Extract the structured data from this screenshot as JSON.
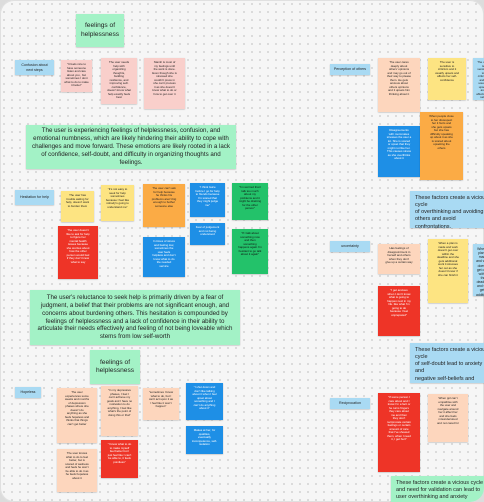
{
  "board": {
    "section1": {
      "title": "feelings of\nhelplessness",
      "label": "Confusion about\nnext steps",
      "notes": [
        "\"It feels nice to\nhave someone\nlisten and care\nabout you , but\nsometimes I dont\nwhat to do to make\nit better\"",
        "The user needs\nhelp with\norganizing\nthoughts,\nbuilding\nresilience, and\nimproving self-\nconfidence,\ndoesn't know what\nhelp exactly feels\nbest",
        "Niamh is most of\nmy feelings until\nthe work is done.\nEven though she is\nstressed she\ncouldn't press in\nshe can't process\nit as she doesn't\nknow what to do or\nhow to get over it"
      ],
      "summary": "The user is experiencing feelings of helplessness, confusion, and emotional numbness, which are likely hindering their ability to cope with challenges and move forward. These emotions are likely rooted in a lack of confidence, self-doubt, and difficulty in organizing thoughts and feelings."
    },
    "section2": {
      "label": "Hesitation for help",
      "notes": [
        "The user has\ntrouble asking for\nhelp, doesn't want\nto burden them",
        "\"It's not easy to\nseek for help\nsometimes\nbecause I feel like\nnobody's going to\nunderstand me\"",
        "The user can't ask\nfor help because\nhe thinks his\nproblems aren't big\nenough to bother\nsomeone else",
        "\"I think twice\nbefore I go for help\nto friends because\nI'm scared that\nthey might judge\nme\"",
        "\"I'm worried that I\ntalk too much\nabout my\nproblems and it\nmight be draining\nfor the other\nperson\"",
        "The user doesn't\nlike to ask for help\nto figure her\nmental health\nissues because\nshe worries about\nhow the other\nperson would feel\nif they don't know\nwhat to say",
        "In times of stress\nand feeling low,\nsometimes the\nuser feels\nhelpless and don't\nknow what to do\nthe needed\nservice",
        "Fear of judgement\nand not being\nunderstood",
        "\"If I talk about\nsomething now\nand then\nsomething\nhappens again I'm\nhesitant to go talk\nabout it again\""
      ],
      "summary": "The user's reluctance to seek help is primarily driven by a fear of judgment, a belief that their problems are not significant enough, and concerns about burdening others. This hesitation is compounded by feelings of helplessness and a lack of confidence in their ability to articulate their needs effectively and feeling of not being loveable which stems from low self-worth"
    },
    "section3": {
      "title": "feelings of\nhelplessness",
      "label": "Hopeless",
      "notes": [
        "The user\nexperiences some\nweeks and months\nof depression\nphases where she\ndoesn't do\nanything as she\nfeels hopeless and\nthinks that things\ncan't get better",
        "\"In my depressive\nphases, I feel I\ncan't achieve my\ngoals and I have no\nmotivation to do\nanything, I feel like\nwhat's the point of\ndoing this or that\"",
        "\"sometimes I know\nwhat to do, but I\ncan't act upon it as\nI feel like it won't\nhappen\"",
        "\"I shut down and\ndon't like talking\nabout it when I feel\nupset about\nsomething and I\ncan't do anything\nabout it\"",
        "\"I know what to do\nto make myself\nfeel better but I\njust feel like I can't\nbe able to, it feels\npointless\"",
        "The user knows\nwhat to do to feel\nbetter, but is\nscared of sadness\nand feels he won't\nbe able to do it as\nhe feels hopeless\nabout it",
        "Makes at her, for\nqualities,\neventually\nincompetence, self-\nisolation"
      ]
    },
    "right": {
      "label1": "Perception of others",
      "label2": "uncertainty",
      "label3": "Reciprocation",
      "notes": [
        "The user cares\ndeeply about\nothers' opinions\nand may go out of\ntheir way to please\nthem. He gets\nanxious about\nothers opinions\nand it upsets him\nthinking about it",
        "The user is\nsensitive to\ncriticism and it\nusually upsets and\naffects her self-\nconfidence",
        "Disagreements\nwith roommates\nstresses the user a\nlot. She is scared\nor upset that they\nmight not like her.\nThis causes stress\nas she overthinks\nabout it",
        "When people close\nto her disrespect\nher it hurts and\nshe gets upsets\nbut she has\ndifficulty speaking\nup about it as she\nis scared about\nupsetting the\nothers",
        "Has feelings of\ndisappointment in\nherself and others\nwhen they don't\ngive up a certain way",
        "When a plan is\nmade and work\ndoesn't get over\nwithin the\ndeadline and she\ngets additional\nwork it stresses\nher out as she\ndoesn't know if\nshe can finish it",
        "\"I get anxious\nwhen I don't know\nwhat is going to\nhappen next in my\nlife. like what I'm\ngoing to do\nbecause I feel\nunprepared\"",
        "\"If some person I\ncare about and I\nknow I'm a fact or\nhe turns fingers\nthey care about\nme and then\nthey don't\nreciprocate certain\nfeelings or certain\namount of care\nthat I've showed\nthem, when I need\nit, I get hurt\"",
        "When ppl can't\nempathise with\nthe user and\nnavigate around\nher it affect her\nand she feels\nmisunderstood\nand not cared for"
      ],
      "summaries": [
        "These factors create a vicious cycle\nof overthinking and avoiding\nothers and avoid confrontations,\nanxiety,overthinking, and",
        "These factors create a vicious cycle\nof self-doubt lead to anxiety and\nnegative self-beliefs and",
        "These factors create a vicious cycle\nand need for validation can lead to\nuser overthinking and anxiety"
      ]
    }
  }
}
